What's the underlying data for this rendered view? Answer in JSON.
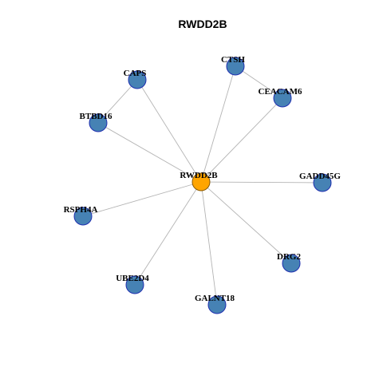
{
  "title": "RWDD2B",
  "colors": {
    "hub_fill": "#FFA500",
    "hub_stroke": "#8B5A00",
    "node_fill": "#4682B4",
    "node_stroke": "#1F2FB0",
    "edge": "#B4B4B4"
  },
  "network": {
    "hub": "RWDD2B",
    "nodes": [
      {
        "id": "RWDD2B",
        "label": "RWDD2B",
        "role": "hub"
      },
      {
        "id": "CAPS",
        "label": "CAPS",
        "role": "neighbor"
      },
      {
        "id": "CTSH",
        "label": "CTSH",
        "role": "neighbor"
      },
      {
        "id": "CEACAM6",
        "label": "CEACAM6",
        "role": "neighbor"
      },
      {
        "id": "BTBD16",
        "label": "BTBD16",
        "role": "neighbor"
      },
      {
        "id": "GADD45G",
        "label": "GADD45G",
        "role": "neighbor"
      },
      {
        "id": "RSPH4A",
        "label": "RSPH4A",
        "role": "neighbor"
      },
      {
        "id": "DRG2",
        "label": "DRG2",
        "role": "neighbor"
      },
      {
        "id": "UBE2D4",
        "label": "UBE2D4",
        "role": "neighbor"
      },
      {
        "id": "GALNT18",
        "label": "GALNT18",
        "role": "neighbor"
      }
    ],
    "edges": [
      [
        "RWDD2B",
        "CAPS"
      ],
      [
        "RWDD2B",
        "CTSH"
      ],
      [
        "RWDD2B",
        "CEACAM6"
      ],
      [
        "RWDD2B",
        "BTBD16"
      ],
      [
        "RWDD2B",
        "GADD45G"
      ],
      [
        "RWDD2B",
        "RSPH4A"
      ],
      [
        "RWDD2B",
        "DRG2"
      ],
      [
        "RWDD2B",
        "UBE2D4"
      ],
      [
        "RWDD2B",
        "GALNT18"
      ],
      [
        "CAPS",
        "BTBD16"
      ],
      [
        "CTSH",
        "CEACAM6"
      ]
    ]
  }
}
